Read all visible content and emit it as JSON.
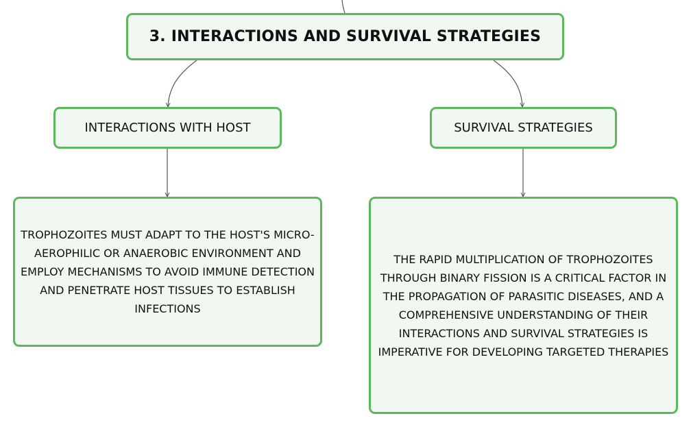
{
  "diagram": {
    "root": {
      "label": "3. INTERACTIONS AND SURVIVAL STRATEGIES"
    },
    "branches": [
      {
        "label": "INTERACTIONS WITH HOST",
        "detail": "TROPHOZOITES MUST ADAPT TO THE HOST'S MICRO-AEROPHILIC OR ANAEROBIC ENVIRONMENT AND EMPLOY MECHANISMS TO AVOID IMMUNE DETECTION AND PENETRATE HOST TISSUES TO ESTABLISH INFECTIONS"
      },
      {
        "label": "SURVIVAL STRATEGIES",
        "detail": "THE RAPID MULTIPLICATION OF TROPHOZOITES THROUGH BINARY FISSION IS A CRITICAL FACTOR IN THE PROPAGATION OF PARASITIC DISEASES, AND A COMPREHENSIVE UNDERSTANDING OF THEIR INTERACTIONS AND SURVIVAL STRATEGIES IS IMPERATIVE FOR DEVELOPING TARGETED THERAPIES"
      }
    ],
    "colors": {
      "node_border": "#5cb85c",
      "node_fill": "#f1f8f2",
      "connector": "#555555",
      "text": "#111111"
    }
  }
}
